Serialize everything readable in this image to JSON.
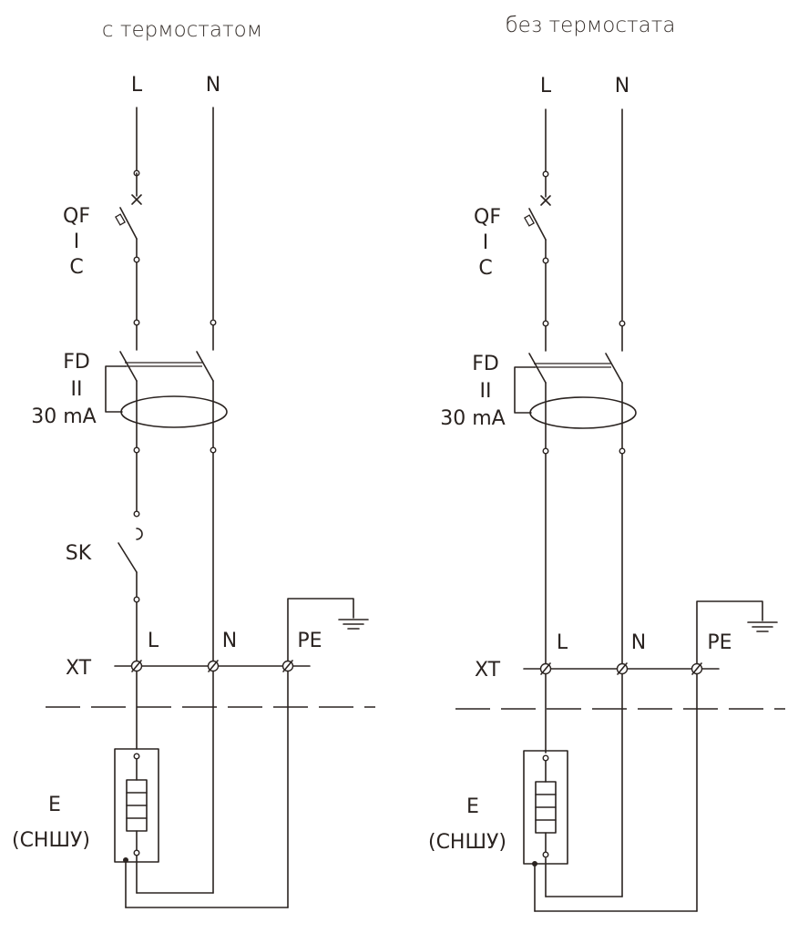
{
  "colors": {
    "line": "#2a2320",
    "background": "#ffffff"
  },
  "diagrams": [
    {
      "title": "с термостатом",
      "labels": {
        "L_top": "L",
        "N_top": "N",
        "qf": "QF",
        "qf_sep": "I",
        "qf_c": "C",
        "fd": "FD",
        "fd_ii": "II",
        "fd_ma": "30 mA",
        "sk": "SK",
        "xt": "XT",
        "xt_l": "L",
        "xt_n": "N",
        "xt_pe": "PE",
        "e": "E",
        "e_sub": "(СНШУ)"
      }
    },
    {
      "title": "без термостата",
      "labels": {
        "L_top": "L",
        "N_top": "N",
        "qf": "QF",
        "qf_sep": "I",
        "qf_c": "C",
        "fd": "FD",
        "fd_ii": "II",
        "fd_ma": "30 mA",
        "xt": "XT",
        "xt_l": "L",
        "xt_n": "N",
        "xt_pe": "PE",
        "e": "E",
        "e_sub": "(СНШУ)"
      }
    }
  ]
}
